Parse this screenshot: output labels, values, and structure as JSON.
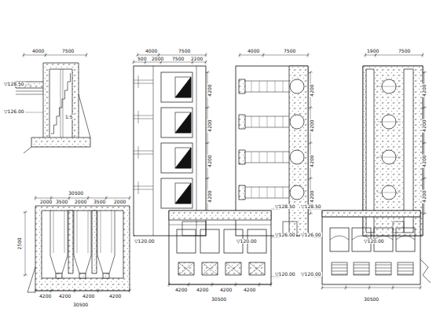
{
  "diagram": {
    "labels": [
      "4000",
      "7500",
      "4000",
      "7500",
      "4000",
      "7500",
      "1900",
      "7500",
      "500",
      "2000",
      "7500",
      "2200",
      "▽128.50",
      "▽126.00",
      "1:5",
      "4200",
      "4200",
      "4200",
      "4200",
      "4200",
      "4200",
      "4200",
      "4200",
      "4200",
      "4200",
      "4200",
      "4200",
      "▽120.00",
      "▽120.00",
      "▽120.00",
      "30500",
      "2000",
      "3500",
      "2000",
      "3500",
      "2000",
      "4200",
      "4200",
      "4200",
      "4200",
      "30500",
      "2500",
      "▽128.50",
      "▽126.00",
      "▽120.00",
      "4200",
      "4200",
      "4200",
      "4200",
      "30500",
      "▽128.50",
      "▽126.00",
      "▽120.00",
      "30500"
    ]
  }
}
